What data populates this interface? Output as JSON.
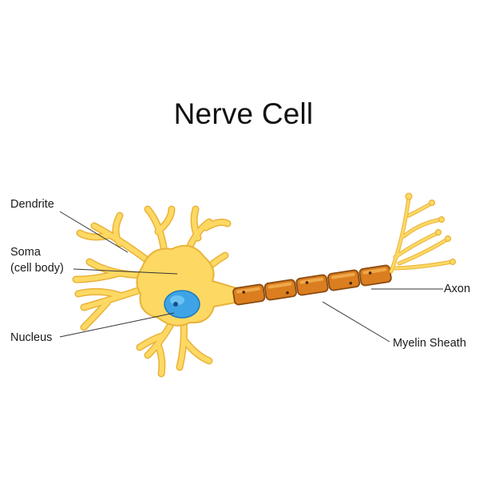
{
  "diagram": {
    "title": "Nerve Cell",
    "labels": {
      "dendrite": "Dendrite",
      "soma_line1": "Soma",
      "soma_line2": "(cell body)",
      "nucleus": "Nucleus",
      "axon": "Axon",
      "myelin_sheath": "Myelin Sheath"
    },
    "colors": {
      "cell_fill": "#FDD963",
      "cell_outline": "#E9B23A",
      "nucleus_fill": "#3EA4E6",
      "nucleus_inner": "#6CC3F2",
      "myelin_fill": "#DA7E1F",
      "myelin_outline": "#8A4A10",
      "leader_line": "#333333"
    },
    "myelin_segment_count": 5
  }
}
